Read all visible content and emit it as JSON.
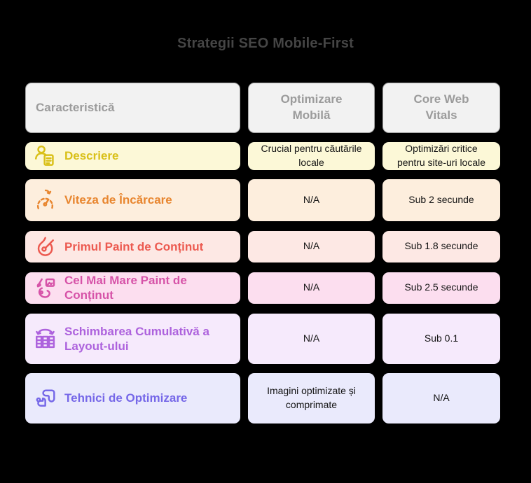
{
  "title": "Strategii SEO Mobile-First",
  "colors": {
    "page_bg": "#000000",
    "title_text": "#454545",
    "header_bg": "#f2f2f2",
    "header_border": "#a3a3a3",
    "header_text": "#9b9b9b",
    "cell_text": "#141414"
  },
  "table": {
    "headers": [
      "Caracteristică",
      "Optimizare Mobilă",
      "Core Web Vitals"
    ],
    "rows": [
      {
        "feature": "Descriere",
        "icon": "person-document-icon",
        "accent": "#d9c018",
        "bg": "#fcf8d7",
        "cells": [
          "Crucial pentru căutările locale",
          "Optimizări critice pentru site-uri locale"
        ]
      },
      {
        "feature": "Viteza de Încărcare",
        "icon": "speedometer-icon",
        "accent": "#e8862f",
        "bg": "#fdeedd",
        "cells": [
          "N/A",
          "Sub 2 secunde"
        ]
      },
      {
        "feature": "Primul Paint de Conținut",
        "icon": "flame-icon",
        "accent": "#ec5a50",
        "bg": "#fde8e4",
        "cells": [
          "N/A",
          "Sub 1.8 secunde"
        ]
      },
      {
        "feature": "Cel Mai Mare Paint de Conținut",
        "icon": "paint-image-icon",
        "accent": "#d653a8",
        "bg": "#fcdeef",
        "cells": [
          "N/A",
          "Sub 2.5 secunde"
        ]
      },
      {
        "feature": "Schimbarea Cumulativă a Layout-ului",
        "icon": "layout-shift-icon",
        "accent": "#ad62dd",
        "bg": "#f6eafc",
        "cells": [
          "N/A",
          "Sub 0.1"
        ]
      },
      {
        "feature": "Tehnici de Optimizare",
        "icon": "flow-arrows-icon",
        "accent": "#7668e8",
        "bg": "#eaeafc",
        "cells": [
          "Imagini optimizate și comprimate",
          "N/A"
        ]
      }
    ]
  },
  "chart_data": {
    "type": "table",
    "title": "Strategii SEO Mobile-First",
    "columns": [
      "Caracteristică",
      "Optimizare Mobilă",
      "Core Web Vitals"
    ],
    "rows": [
      [
        "Descriere",
        "Crucial pentru căutările locale",
        "Optimizări critice pentru site-uri locale"
      ],
      [
        "Viteza de Încărcare",
        "N/A",
        "Sub 2 secunde"
      ],
      [
        "Primul Paint de Conținut",
        "N/A",
        "Sub 1.8 secunde"
      ],
      [
        "Cel Mai Mare Paint de Conținut",
        "N/A",
        "Sub 2.5 secunde"
      ],
      [
        "Schimbarea Cumulativă a Layout-ului",
        "N/A",
        "Sub 0.1"
      ],
      [
        "Tehnici de Optimizare",
        "Imagini optimizate și comprimate",
        "N/A"
      ]
    ]
  }
}
